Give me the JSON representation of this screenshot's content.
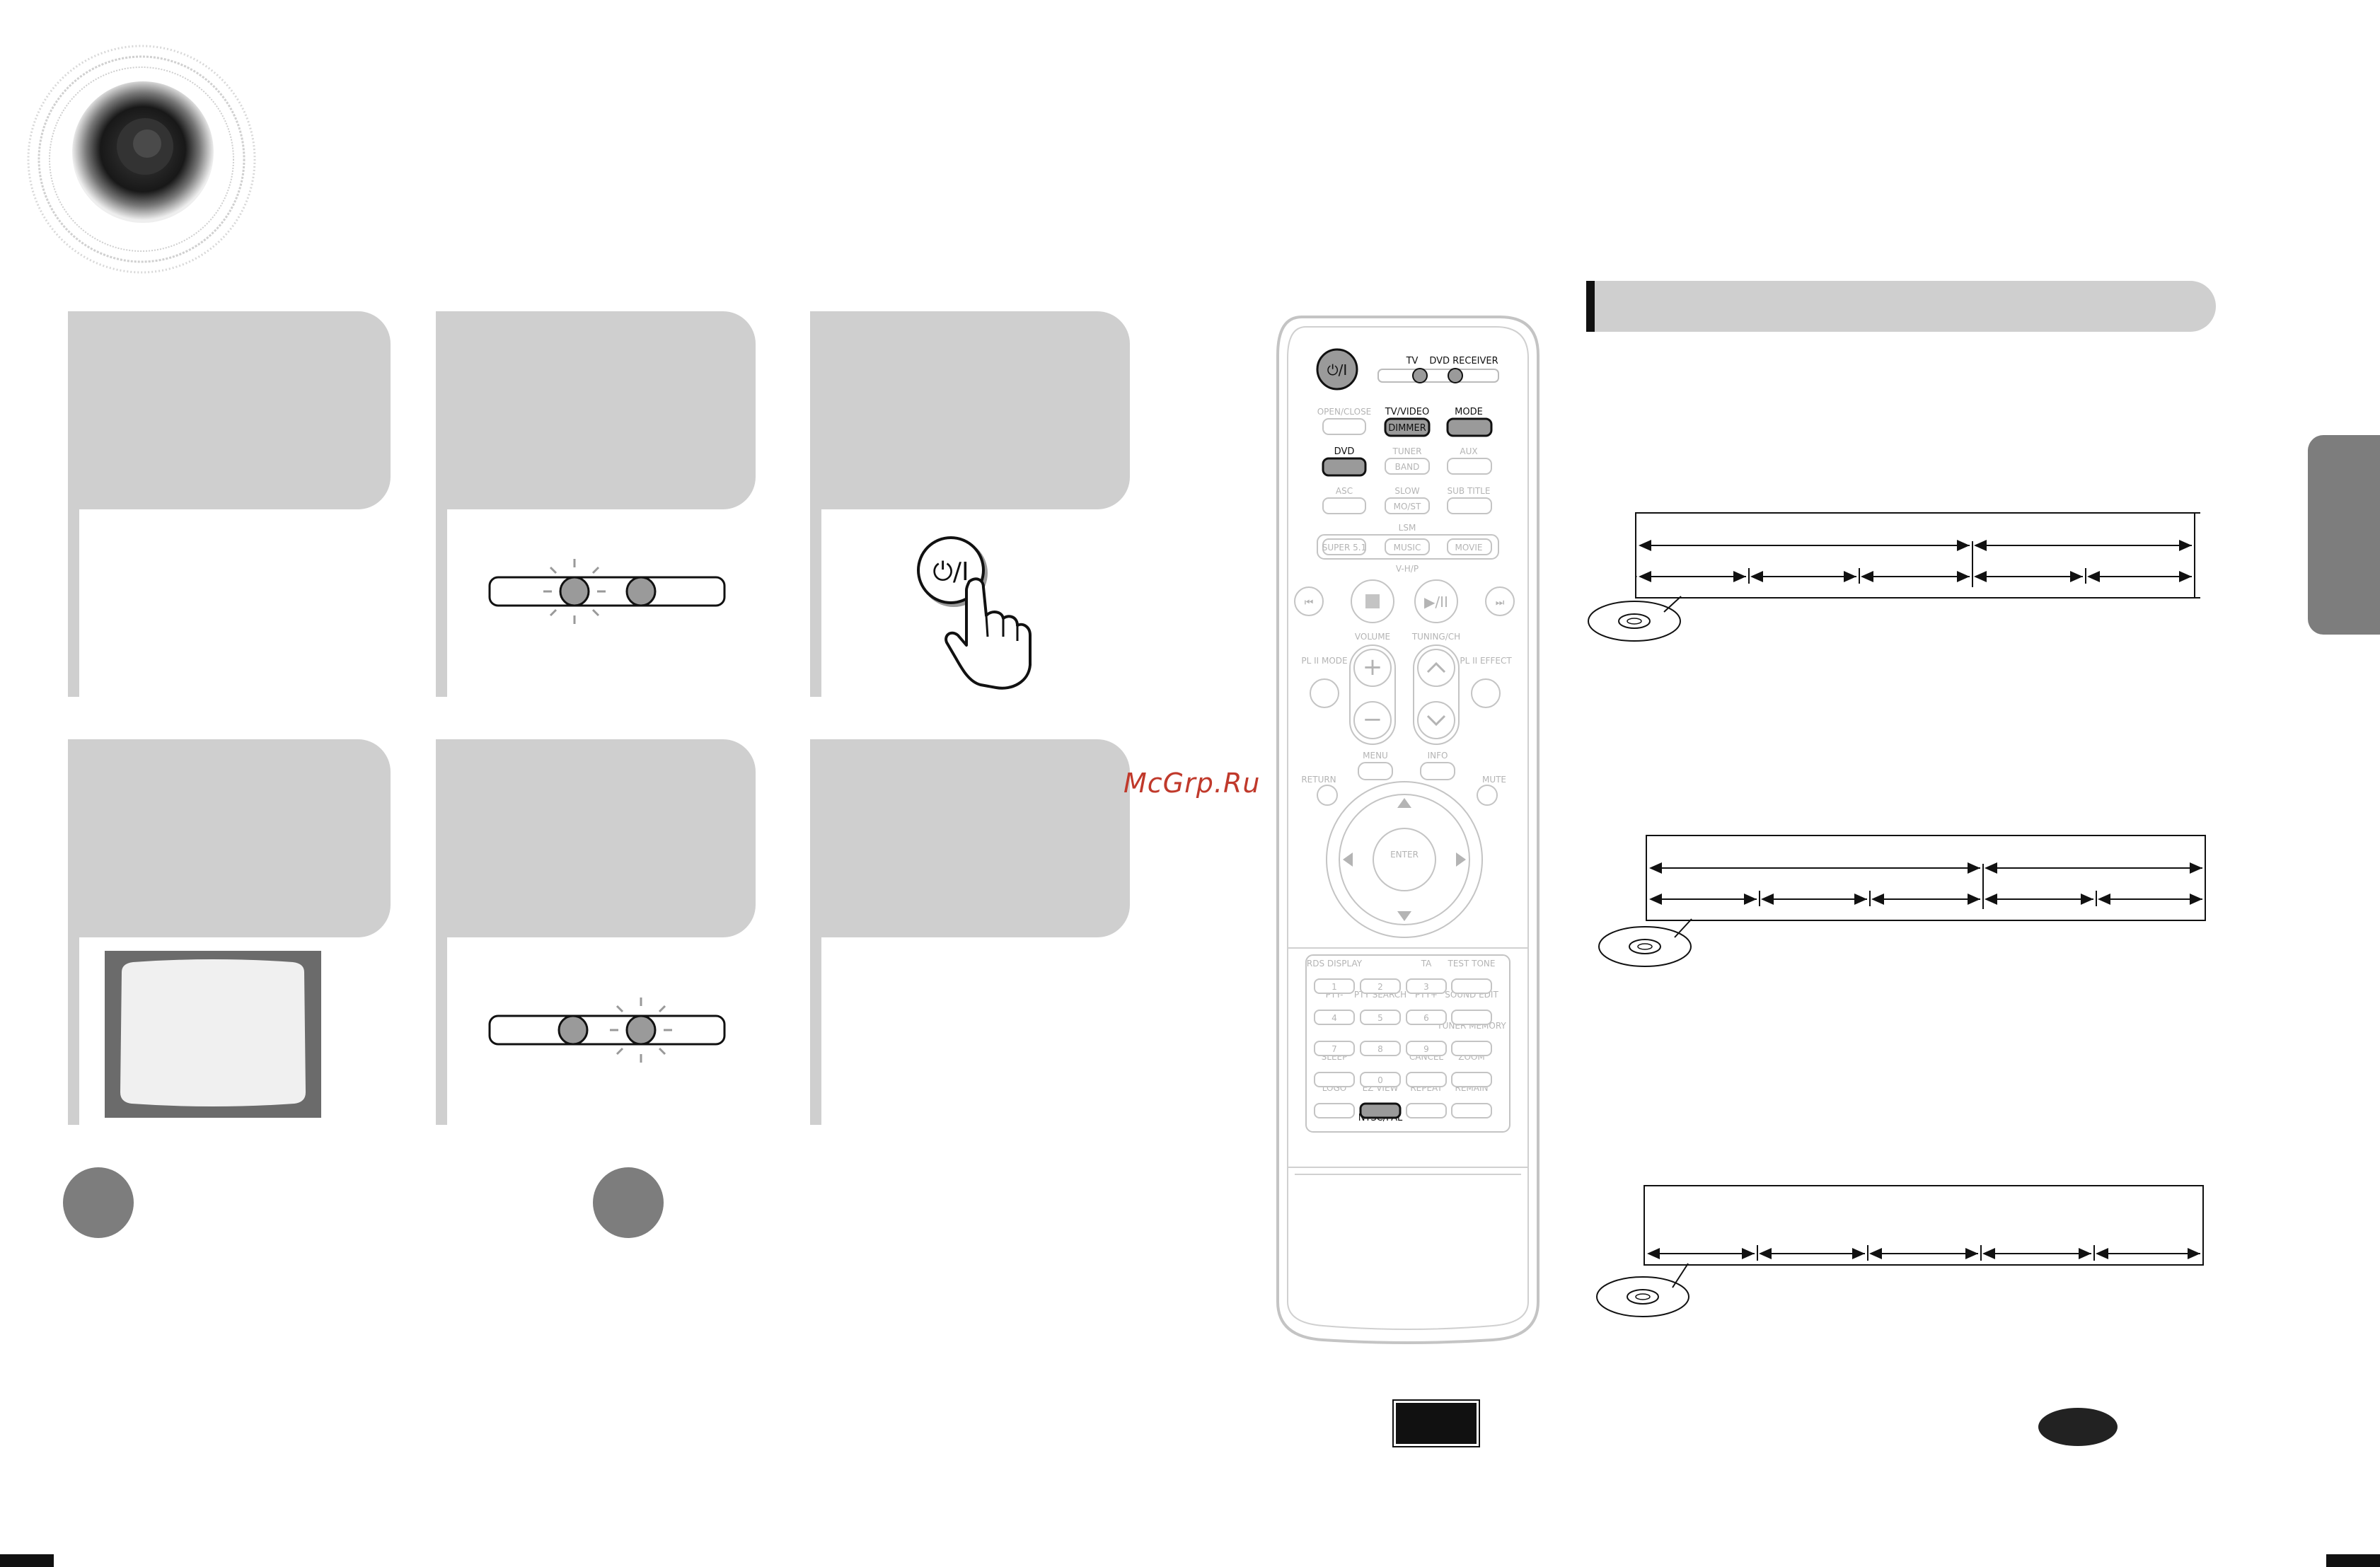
{
  "watermark": {
    "text": "McGrp.Ru"
  },
  "remote": {
    "labels": {
      "tv": "TV",
      "dvd_receiver": "DVD RECEIVER",
      "open_close": "OPEN/CLOSE",
      "tv_video": "TV/VIDEO",
      "dimmer": "DIMMER",
      "mode": "MODE",
      "dvd": "DVD",
      "tuner": "TUNER",
      "band": "BAND",
      "aux": "AUX",
      "asc": "ASC",
      "slow": "SLOW",
      "mo_st": "MO/ST",
      "sub_title": "SUB TITLE",
      "lsm": "LSM",
      "super51": "SUPER 5.1",
      "music": "MUSIC",
      "movie": "MOVIE",
      "vhp": "V-H/P",
      "volume": "VOLUME",
      "tuning_ch": "TUNING/CH",
      "pl2_mode": "PL II MODE",
      "pl2_effect": "PL II EFFECT",
      "menu": "MENU",
      "info": "INFO",
      "return": "RETURN",
      "mute": "MUTE",
      "enter": "ENTER",
      "rds_display": "RDS DISPLAY",
      "ta": "TA",
      "test_tone": "TEST TONE",
      "pty_minus": "PTY-",
      "pty_search": "PTY SEARCH",
      "pty_plus": "PTY+",
      "sound_edit": "SOUND EDIT",
      "tuner_memory": "TUNER MEMORY",
      "zoom": "ZOOM",
      "sleep": "SLEEP",
      "cancel": "CANCEL",
      "logo": "LOGO",
      "ez_view": "EZ VIEW",
      "repeat": "REPEAT",
      "remain": "REMAIN",
      "ntsc_pal": "NTSC/PAL"
    },
    "digits": [
      "1",
      "2",
      "3",
      "4",
      "5",
      "6",
      "7",
      "8",
      "9",
      "0"
    ]
  },
  "colors": {
    "panel_gray": "#cfcfcf",
    "circle_gray": "#7d7d7d",
    "highlight_button": "#9a9a9a",
    "outline_gray": "#bdbdbd",
    "dark": "#111111"
  }
}
